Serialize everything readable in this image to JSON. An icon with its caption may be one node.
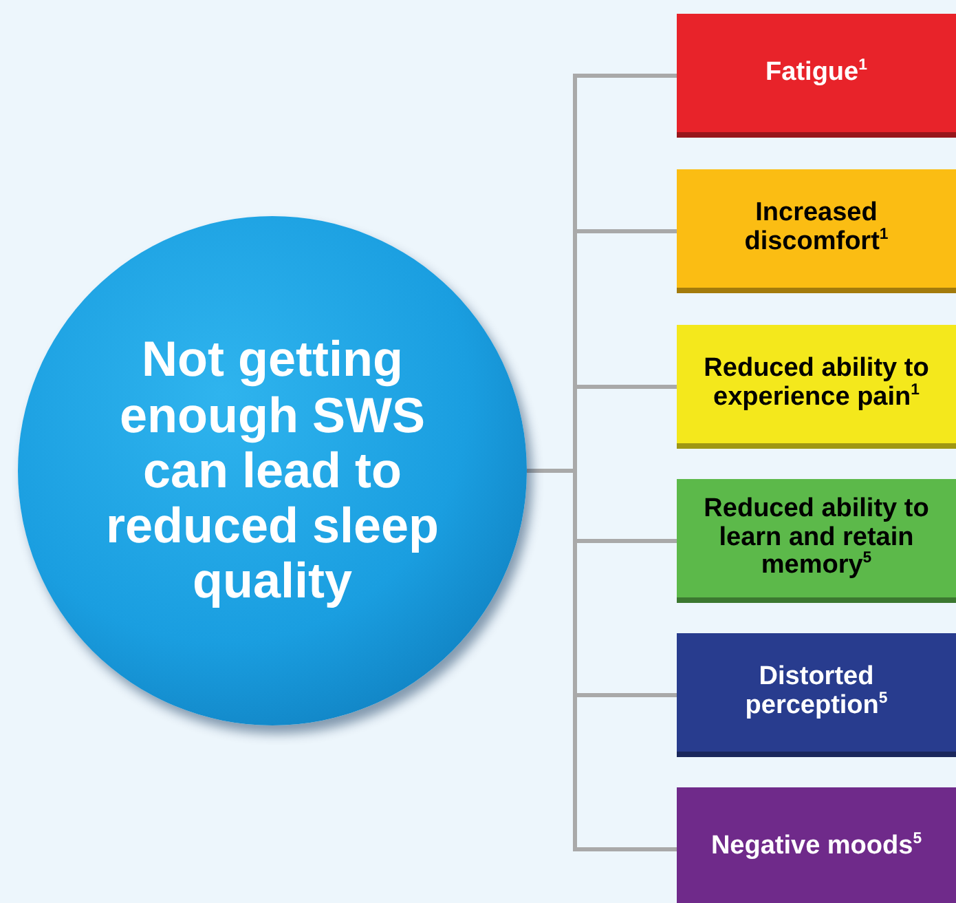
{
  "diagram": {
    "nodes": [
      {
        "text": [
          "Not getting enough SWS can lead to reduced sleep quality"
        ]
      },
      {
        "text": [
          "Fatigue$^{1}$"
        ]
      },
      {
        "text": [
          "Increased discomfort$^{1}$"
        ]
      },
      {
        "text": [
          "Reduced ability to experience pain$^{1}$"
        ]
      },
      {
        "text": [
          "Reduced ability to learn and retain memory$^{5}$"
        ]
      },
      {
        "text": [
          "Distorted perception$^{5}$"
        ]
      },
      {
        "text": [
          "Negative moods$^{5}$"
        ]
      }
    ],
    "edges": [
      {
        "from": 0,
        "to": 1,
        "arrow": "none"
      },
      {
        "from": 0,
        "to": 2,
        "arrow": "none"
      },
      {
        "from": 0,
        "to": 3,
        "arrow": "none"
      },
      {
        "from": 0,
        "to": 4,
        "arrow": "none"
      },
      {
        "from": 0,
        "to": 5,
        "arrow": "none"
      },
      {
        "from": 0,
        "to": 6,
        "arrow": "none"
      }
    ]
  }
}
